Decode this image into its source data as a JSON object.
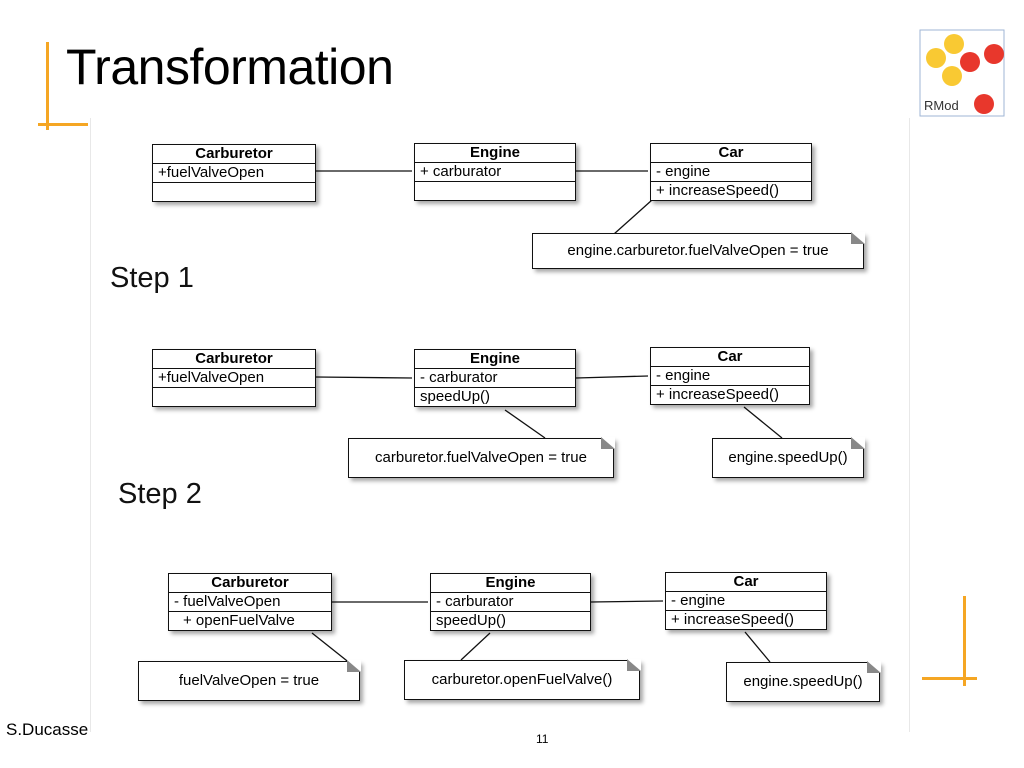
{
  "slide": {
    "title": "Transformation",
    "author": "S.Ducasse",
    "page_number": "11",
    "logo_text": "RMod"
  },
  "colors": {
    "accent": "#f5a623",
    "logo_yellow": "#f9c933",
    "logo_red": "#e8372c"
  },
  "steps": [
    "Step 1",
    "Step 2"
  ],
  "diagram0": {
    "carburetor": {
      "name": "Carburetor",
      "attrs": "+fuelValveOpen",
      "ops": ""
    },
    "engine": {
      "name": "Engine",
      "attrs": "+ carburator",
      "ops": ""
    },
    "car": {
      "name": "Car",
      "attrs": "- engine",
      "ops": "+ increaseSpeed()"
    },
    "note_car": "engine.carburetor.fuelValveOpen = true"
  },
  "diagram1": {
    "carburetor": {
      "name": "Carburetor",
      "attrs": "+fuelValveOpen",
      "ops": ""
    },
    "engine": {
      "name": "Engine",
      "attrs": "- carburator",
      "ops": "speedUp()"
    },
    "car": {
      "name": "Car",
      "attrs": "- engine",
      "ops": "+ increaseSpeed()"
    },
    "note_engine": "carburetor.fuelValveOpen = true",
    "note_car": "engine.speedUp()"
  },
  "diagram2": {
    "carburetor": {
      "name": "Carburetor",
      "attrs": "- fuelValveOpen",
      "ops": "+ openFuelValve"
    },
    "engine": {
      "name": "Engine",
      "attrs": "- carburator",
      "ops": "speedUp()"
    },
    "car": {
      "name": "Car",
      "attrs": "- engine",
      "ops": "+ increaseSpeed()"
    },
    "note_carburetor": "fuelValveOpen = true",
    "note_engine": "carburetor.openFuelValve()",
    "note_car": "engine.speedUp()"
  }
}
